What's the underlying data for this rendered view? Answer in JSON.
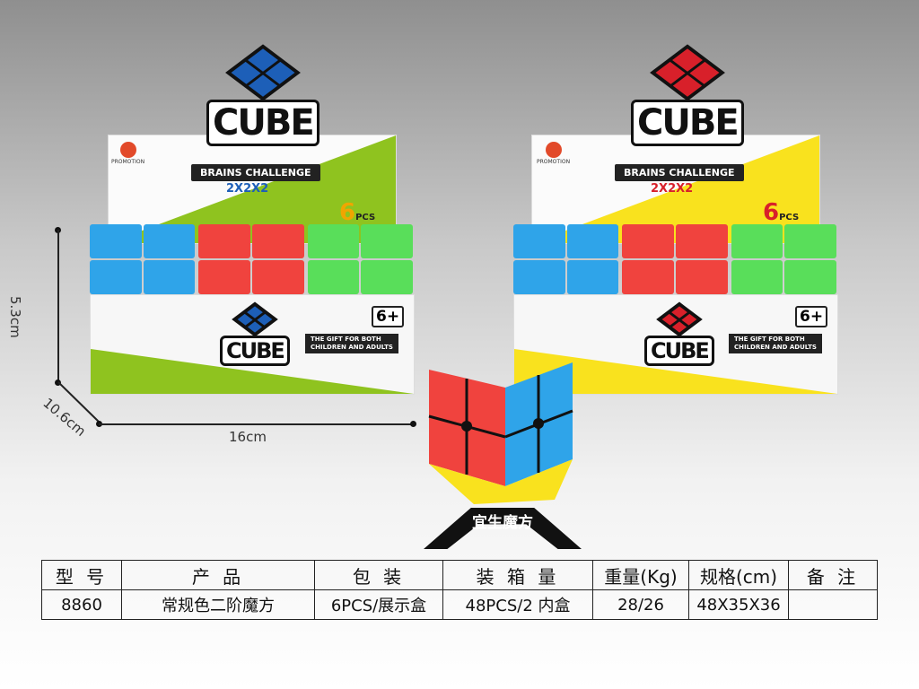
{
  "colors": {
    "blue": "#2fa4e9",
    "red": "#f0433e",
    "green": "#59de5a",
    "yellow": "#f9e21e",
    "lime": "#8fc31f",
    "dark": "#1c1c1c",
    "logo_blue": "#1d5fb8",
    "logo_red": "#d8202a"
  },
  "left_box": {
    "logo_text": "CUBE",
    "challenge": "BRAINS CHALLENGE",
    "size": "2X2X2",
    "pcs_num": "6",
    "pcs_unit": "PCS",
    "age": "6+",
    "gift": [
      "THE GIFT FOR BOTH",
      "CHILDREN AND ADULTS"
    ],
    "brand": "PROMOTION"
  },
  "right_box": {
    "logo_text": "CUBE",
    "challenge": "BRAINS CHALLENGE",
    "size": "2X2X2",
    "pcs_num": "6",
    "pcs_unit": "PCS",
    "age": "6+",
    "gift": [
      "THE GIFT FOR BOTH",
      "CHILDREN AND ADULTS"
    ],
    "brand": "PROMOTION"
  },
  "dimensions": {
    "height": "5.3cm",
    "depth": "10.6cm",
    "width": "16cm"
  },
  "stand_label": "宜生魔方",
  "table": {
    "headers": [
      "型 号",
      "产 品",
      "包 装",
      "装 箱 量",
      "重量(Kg)",
      "规格(cm)",
      "备 注"
    ],
    "row": [
      "8860",
      "常规色二阶魔方",
      "6PCS/展示盒",
      "48PCS/2 内盒",
      "28/26",
      "48X35X36",
      ""
    ]
  }
}
